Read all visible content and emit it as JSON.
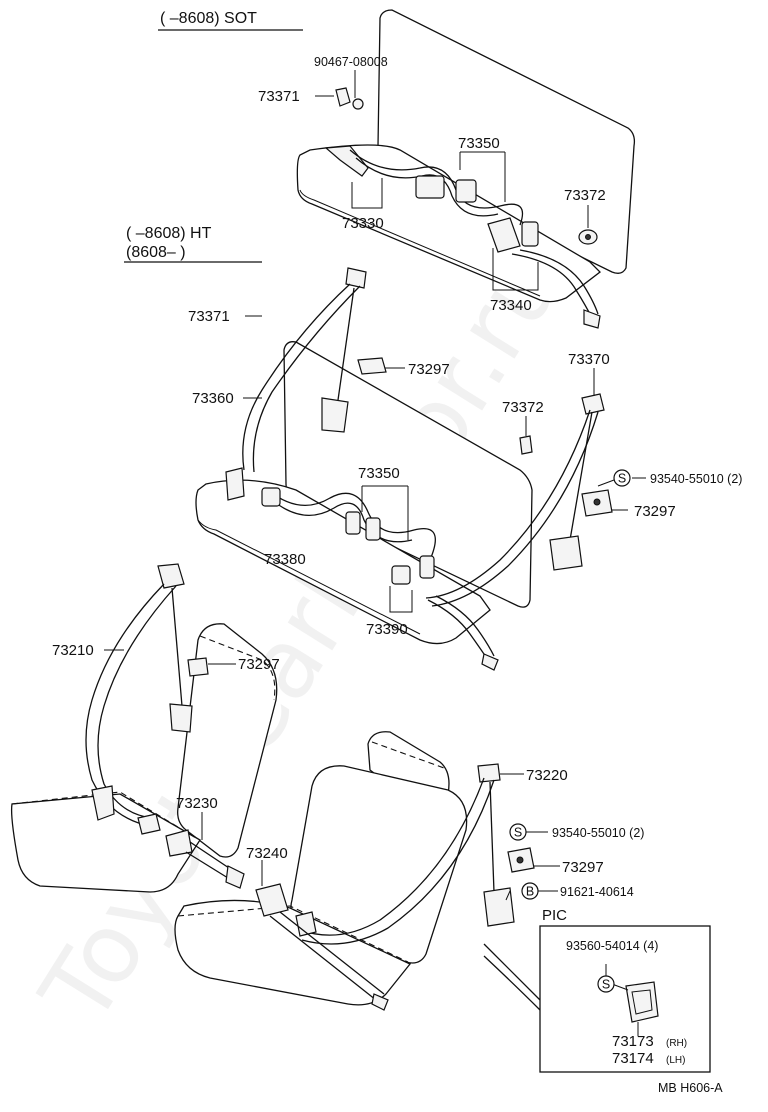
{
  "watermark": "ToyotaCarMirror.ru",
  "headers": {
    "sot": "(        –8608) SOT",
    "ht_line1": "(        –8608) HT",
    "ht_line2": "(8608–        )"
  },
  "labels": {
    "p90467": "90467-08008",
    "p73371a": "73371",
    "p73350a": "73350",
    "p73372a": "73372",
    "p73330": "73330",
    "p73340": "73340",
    "p73371b": "73371",
    "p73297a": "73297",
    "p73360": "73360",
    "p73370": "73370",
    "p73372b": "73372",
    "p73350b": "73350",
    "p93540a": "93540-55010 (2)",
    "p73297b": "73297",
    "p73380": "73380",
    "p73390": "73390",
    "p73210": "73210",
    "p73297c": "73297",
    "p73230": "73230",
    "p73240": "73240",
    "p73220": "73220",
    "p93540b": "93540-55010 (2)",
    "p73297d": "73297",
    "p91621": "91621-40614",
    "pic": "PIC",
    "p93560": "93560-54014 (4)",
    "p73173": "73173",
    "p73173_side": "(RH)",
    "p73174": "73174",
    "p73174_side": "(LH)"
  },
  "symbols": {
    "s": "S",
    "b": "B"
  },
  "code": "MB  H606-A"
}
